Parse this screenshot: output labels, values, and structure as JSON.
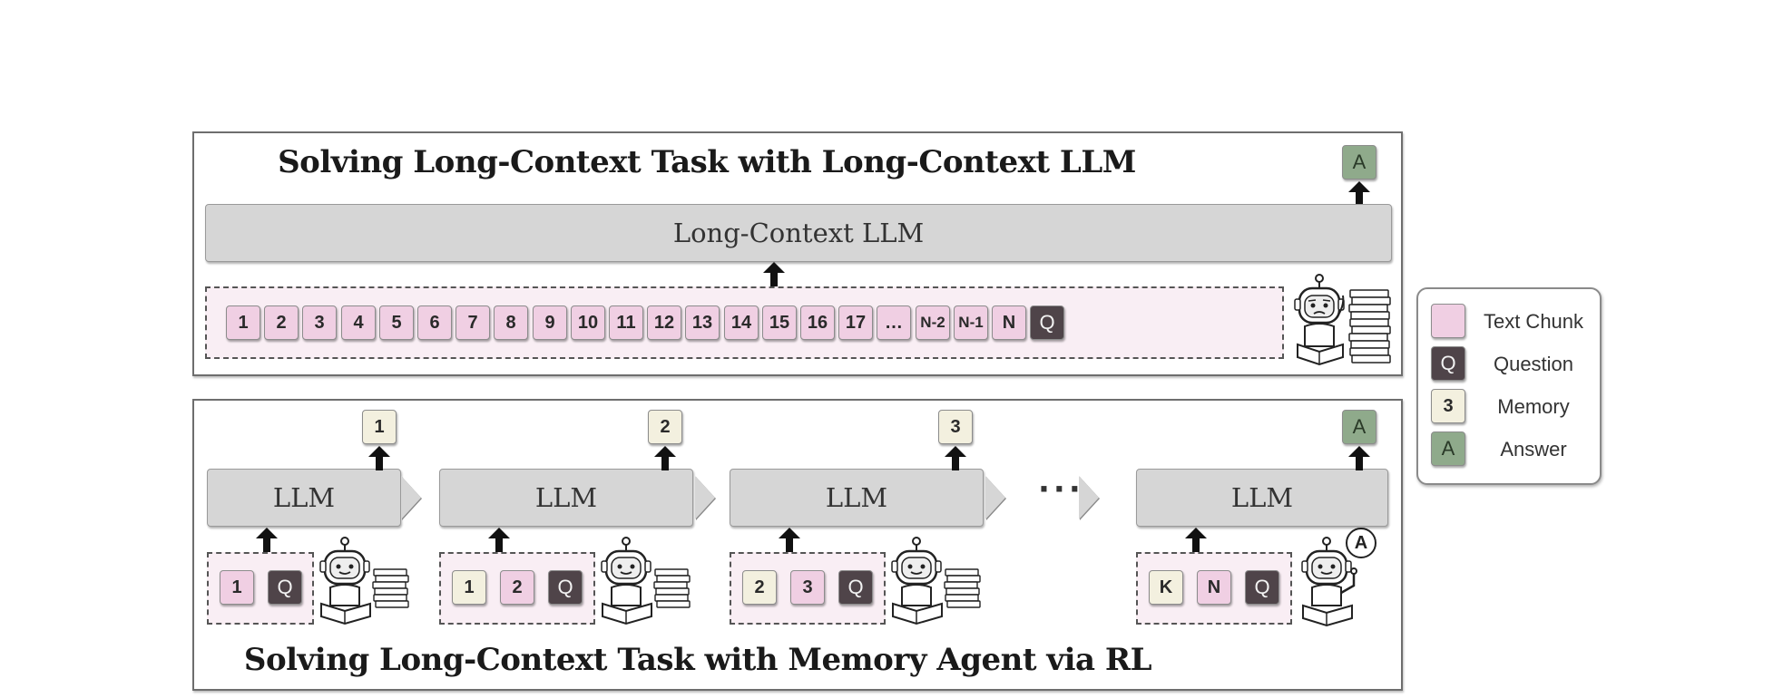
{
  "top_panel": {
    "title": "Solving Long-Context Task with Long-Context LLM",
    "model_label": "Long-Context LLM",
    "answer_chip": "A",
    "chunks": [
      "1",
      "2",
      "3",
      "4",
      "5",
      "6",
      "7",
      "8",
      "9",
      "10",
      "11",
      "12",
      "13",
      "14",
      "15",
      "16",
      "17",
      "…",
      "N-2",
      "N-1",
      "N"
    ],
    "question_chip": "Q"
  },
  "bottom_panel": {
    "title": "Solving Long-Context Task with Memory Agent via RL",
    "steps": [
      {
        "llm_label": "LLM",
        "output": "1",
        "inputs": [
          {
            "label": "1",
            "kind": "text"
          },
          {
            "label": "Q",
            "kind": "q"
          }
        ]
      },
      {
        "llm_label": "LLM",
        "output": "2",
        "inputs": [
          {
            "label": "1",
            "kind": "mem"
          },
          {
            "label": "2",
            "kind": "text"
          },
          {
            "label": "Q",
            "kind": "q"
          }
        ]
      },
      {
        "llm_label": "LLM",
        "output": "3",
        "inputs": [
          {
            "label": "2",
            "kind": "mem"
          },
          {
            "label": "3",
            "kind": "text"
          },
          {
            "label": "Q",
            "kind": "q"
          }
        ]
      },
      {
        "llm_label": "LLM",
        "output": "A",
        "inputs": [
          {
            "label": "K",
            "kind": "mem"
          },
          {
            "label": "N",
            "kind": "text"
          },
          {
            "label": "Q",
            "kind": "q"
          }
        ]
      }
    ],
    "ellipsis": "···",
    "speech_bubble": "A"
  },
  "legend": {
    "items": [
      {
        "chip": "",
        "kind": "text",
        "label": "Text Chunk"
      },
      {
        "chip": "Q",
        "kind": "q",
        "label": "Question"
      },
      {
        "chip": "3",
        "kind": "mem",
        "label": "Memory"
      },
      {
        "chip": "A",
        "kind": "ans",
        "label": "Answer"
      }
    ]
  },
  "colors": {
    "text_chunk": "#f0cfe3",
    "question": "#4f4449",
    "memory": "#f3f0df",
    "answer": "#8faa8b",
    "llm_block": "#d6d6d6"
  },
  "icons": [
    "robot-reading-confused-icon",
    "robot-reading-icon",
    "robot-answering-icon",
    "book-stack-icon"
  ]
}
